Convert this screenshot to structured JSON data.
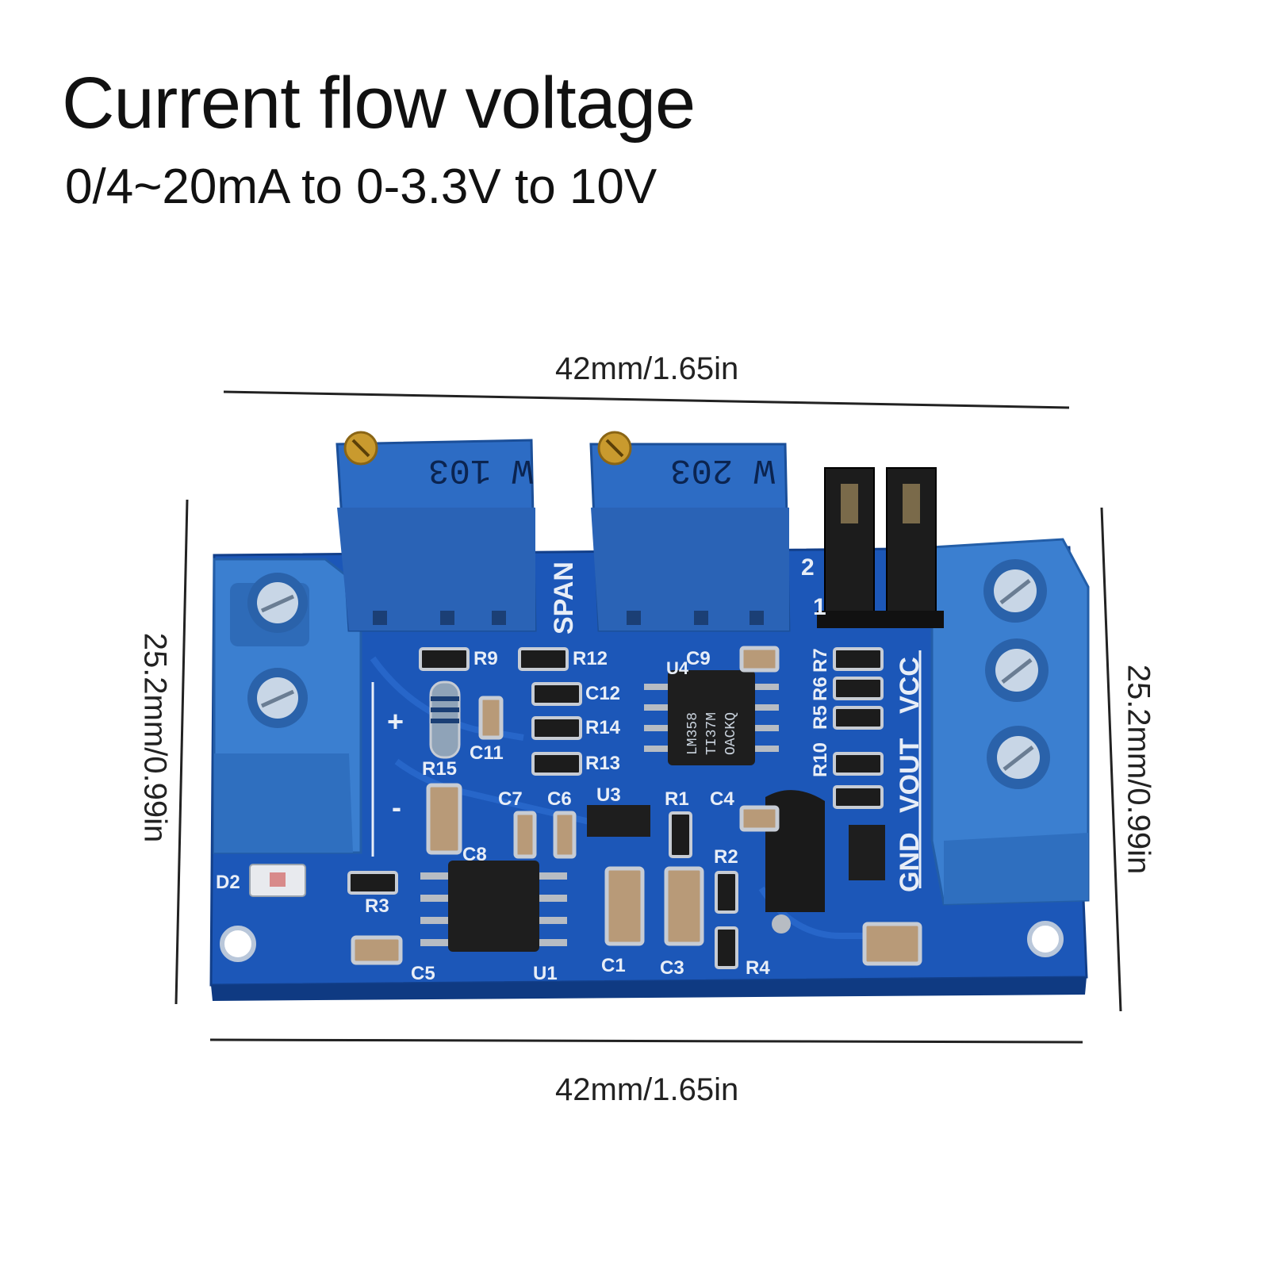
{
  "header": {
    "title": "Current flow voltage",
    "subtitle": "0/4~20mA to 0-3.3V to 10V"
  },
  "dimensions": {
    "top": "42mm/1.65in",
    "bottom": "42mm/1.65in",
    "left": "25.2mm/0.99in",
    "right": "25.2mm/0.99in"
  },
  "board": {
    "pot1_label": "W 103",
    "pot2_label": "W 203",
    "span_label": "SPAN",
    "chip_u4": "LM358",
    "chip_u4_line2": "TI37M",
    "chip_u4_line3": "OACKQ",
    "labels": {
      "r9": "R9",
      "r12": "R12",
      "c9": "C9",
      "r7": "R7",
      "r6": "R6",
      "r5": "R5",
      "r10": "R10",
      "r14": "R14",
      "r13": "R13",
      "c12": "C12",
      "c11": "C11",
      "r15": "R15",
      "c7": "C7",
      "c6": "C6",
      "u3": "U3",
      "r1": "R1",
      "c4": "C4",
      "c8": "C8",
      "r2": "R2",
      "d2": "D2",
      "r3": "R3",
      "c5": "C5",
      "u1": "U1",
      "c1": "C1",
      "c3": "C3",
      "r4": "R4",
      "u4": "U4",
      "vcc": "VCC",
      "vout": "VOUT",
      "gnd": "GND",
      "plus": "+",
      "minus": "-",
      "pin2": "2",
      "pin1": "1"
    },
    "colors": {
      "pcb": "#1c57b8",
      "terminal": "#3b7fd0",
      "pot": "#2d6cc4"
    }
  }
}
